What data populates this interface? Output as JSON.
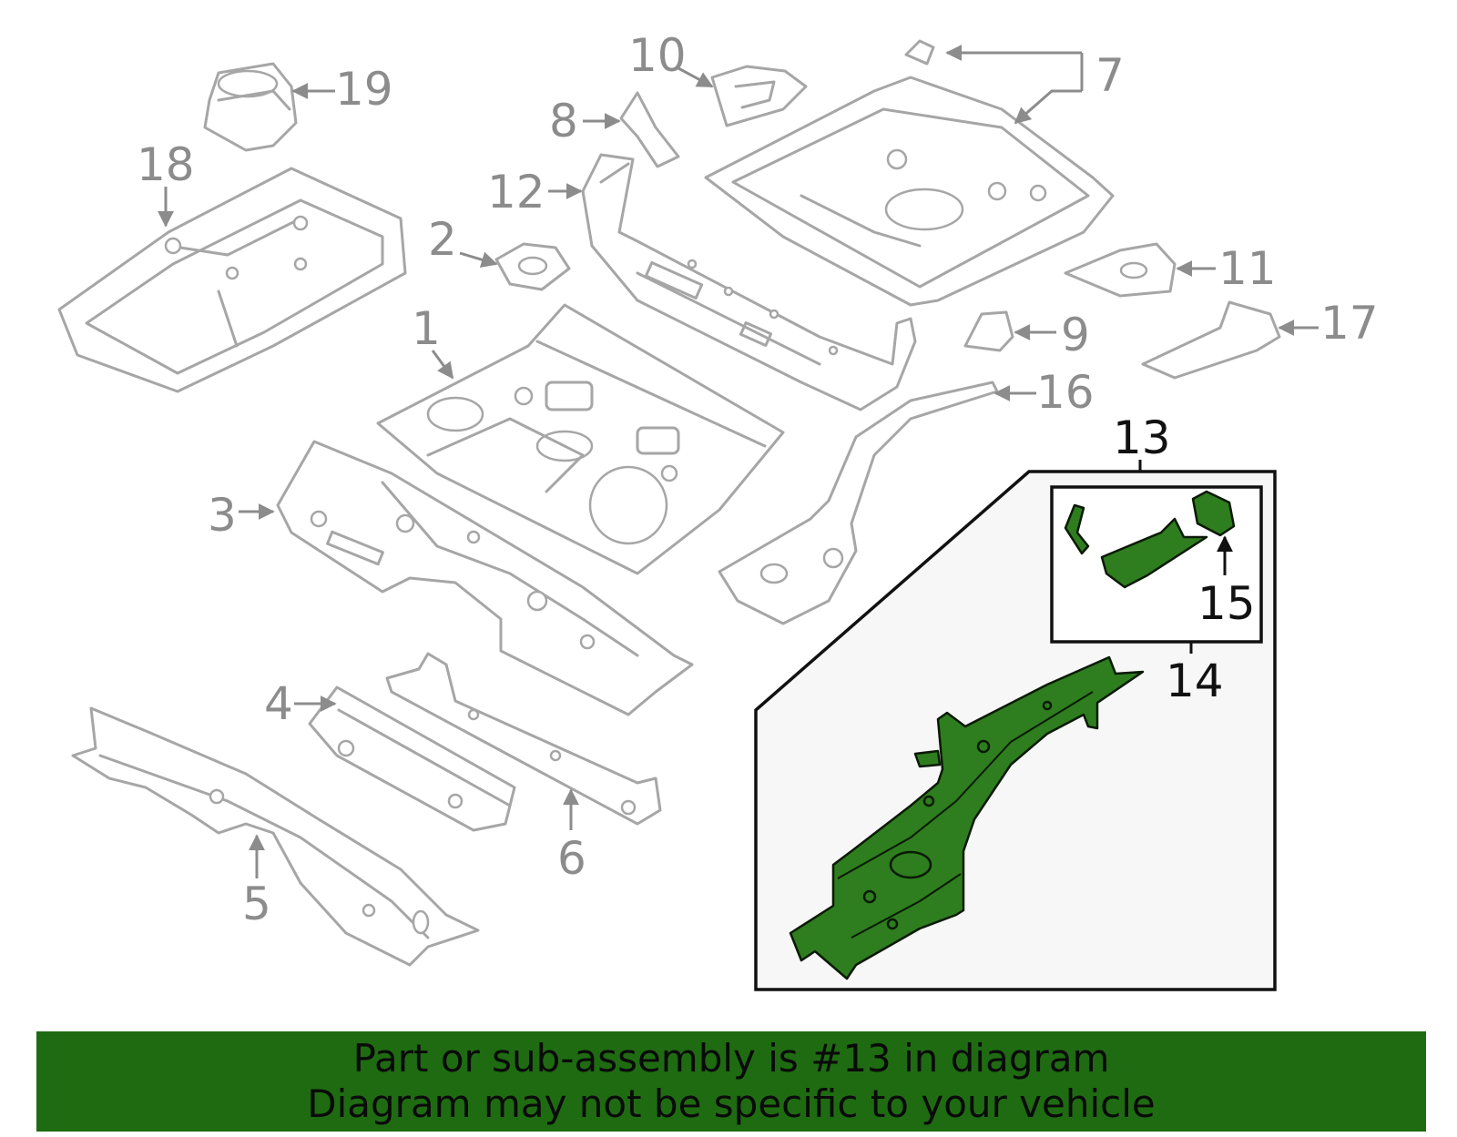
{
  "callouts": {
    "c1": "1",
    "c2": "2",
    "c3": "3",
    "c4": "4",
    "c5": "5",
    "c6": "6",
    "c7": "7",
    "c8": "8",
    "c9": "9",
    "c10": "10",
    "c11": "11",
    "c12": "12",
    "c13": "13",
    "c14": "14",
    "c15": "15",
    "c16": "16",
    "c17": "17",
    "c18": "18",
    "c19": "19"
  },
  "banner": {
    "line1": "Part or sub-assembly is #13 in diagram",
    "line2": "Diagram may not be specific to your vehicle"
  },
  "colors": {
    "banner": "#1f6b12",
    "highlight_part": "#2e7d1e",
    "part_outline": "#a6a6a6",
    "callout_text": "#8c8c8c"
  }
}
